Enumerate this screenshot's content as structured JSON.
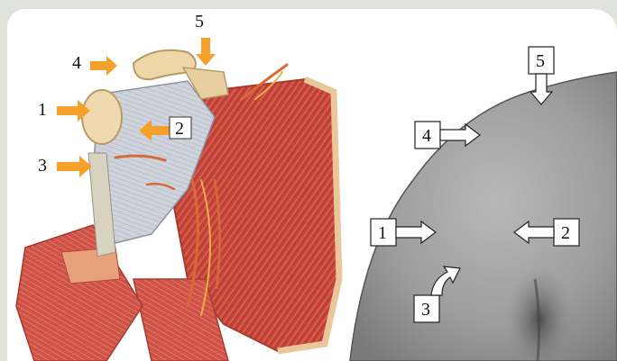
{
  "figure": {
    "left_panel": {
      "markers": [
        {
          "id": "1",
          "label": "1"
        },
        {
          "id": "2",
          "label": "2"
        },
        {
          "id": "3",
          "label": "3"
        },
        {
          "id": "4",
          "label": "4"
        },
        {
          "id": "5",
          "label": "5"
        }
      ],
      "arrow_color": "#f5a02a",
      "muscle_color": "#c8473a",
      "tendon_color": "#c9cdd6"
    },
    "right_panel": {
      "markers": [
        {
          "id": "1",
          "label": "1"
        },
        {
          "id": "2",
          "label": "2"
        },
        {
          "id": "3",
          "label": "3"
        },
        {
          "id": "4",
          "label": "4"
        },
        {
          "id": "5",
          "label": "5"
        }
      ],
      "skin_color": "#9a9a9a"
    }
  }
}
